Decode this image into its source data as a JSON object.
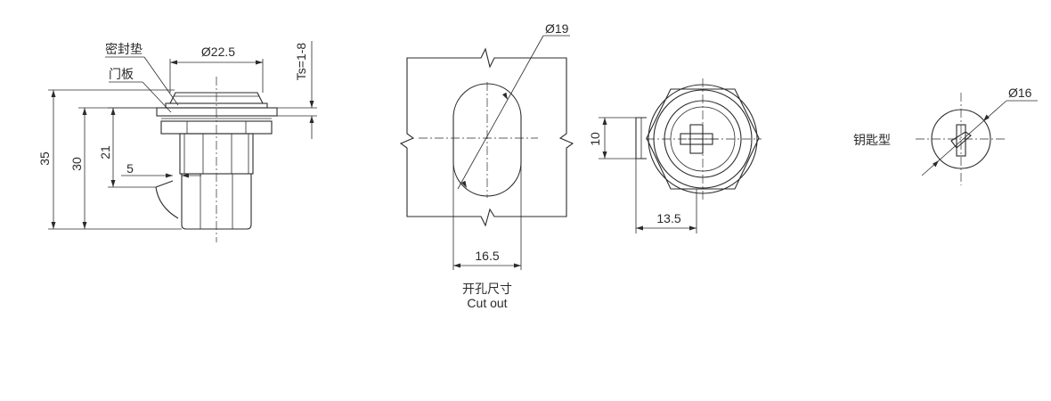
{
  "side_view": {
    "label_gasket": "密封垫",
    "label_door_panel": "门板",
    "dim_head_diameter": "Ø22.5",
    "dim_thickness": "Ts=1-8",
    "dim_overall": "35",
    "dim_30": "30",
    "dim_21": "21",
    "dim_5": "5"
  },
  "cutout_view": {
    "dim_diameter": "Ø19",
    "dim_width": "16.5",
    "caption_cn": "开孔尺寸",
    "caption_en": "Cut out"
  },
  "front_view": {
    "dim_10": "10",
    "dim_13_5": "13.5"
  },
  "key_view": {
    "dim_diameter": "Ø16",
    "label": "钥匙型"
  }
}
